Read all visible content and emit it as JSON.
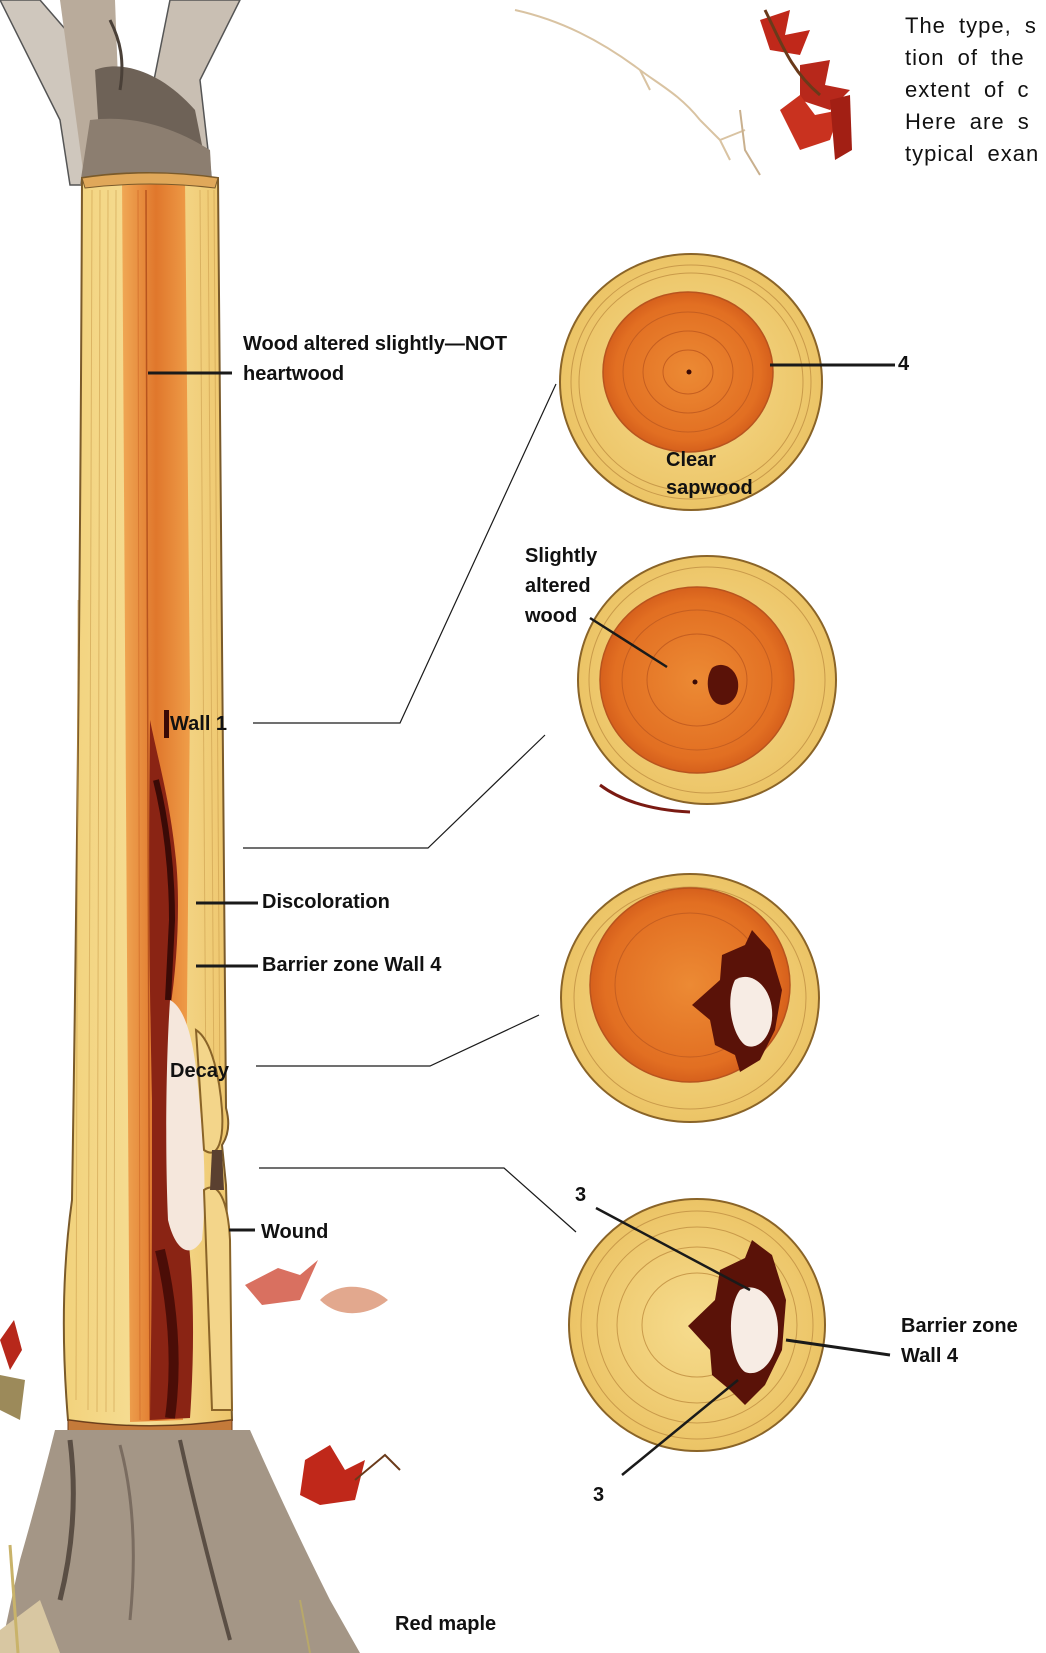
{
  "intro_text": [
    "The type, s",
    "tion of the",
    "extent of c",
    "Here are s",
    "typical exan"
  ],
  "tree": {
    "label_altered_1": "Wood altered slightly—NOT",
    "label_altered_2": "heartwood",
    "label_wall1": "Wall 1",
    "label_discoloration": "Discoloration",
    "label_barrier": "Barrier zone Wall 4",
    "label_decay": "Decay",
    "label_wound": "Wound",
    "caption": "Red maple"
  },
  "sections": {
    "s1_number": "4",
    "s1_clear_1": "Clear",
    "s1_clear_2": "sapwood",
    "s2_label_1": "Slightly",
    "s2_label_2": "altered",
    "s2_label_3": "wood",
    "s4_number_top": "3",
    "s4_number_bottom": "3",
    "s4_barrier_1": "Barrier zone",
    "s4_barrier_2": "Wall 4"
  },
  "colors": {
    "sapwood": "#f1cf77",
    "altered_wood": "#e8772a",
    "discoloration": "#7a1a12",
    "decay": "#f7ece4",
    "leaf": "#c0281a",
    "bark": "#9a8c7c"
  }
}
